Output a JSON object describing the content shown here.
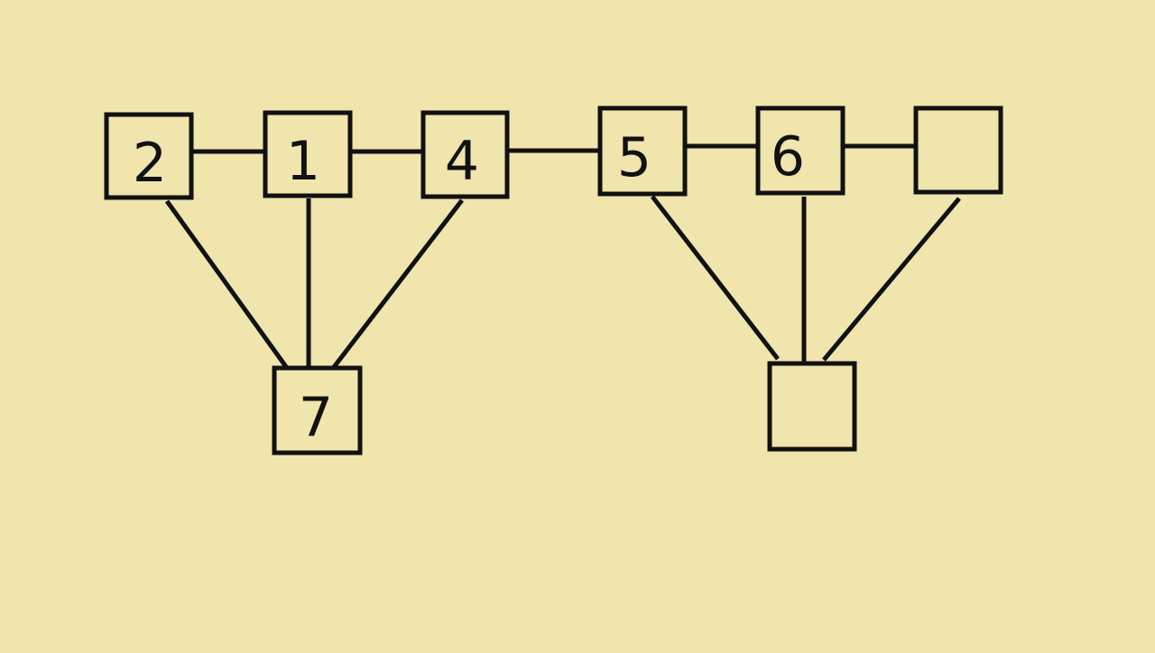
{
  "diagram": {
    "background_color": "#efe5ad",
    "line_color": "#111111",
    "nodes": {
      "n2": {
        "label": "2"
      },
      "n1": {
        "label": "1"
      },
      "n4": {
        "label": "4"
      },
      "n7": {
        "label": "7"
      },
      "n5": {
        "label": "5"
      },
      "n6": {
        "label": "6"
      },
      "blank_top_right": {
        "label": ""
      },
      "blank_bottom_right": {
        "label": ""
      }
    },
    "edges": [
      [
        "n2",
        "n1"
      ],
      [
        "n1",
        "n4"
      ],
      [
        "n4",
        "n5"
      ],
      [
        "n5",
        "n6"
      ],
      [
        "n6",
        "blank_top_right"
      ],
      [
        "n2",
        "n7"
      ],
      [
        "n1",
        "n7"
      ],
      [
        "n4",
        "n7"
      ],
      [
        "n5",
        "blank_bottom_right"
      ],
      [
        "n6",
        "blank_bottom_right"
      ],
      [
        "blank_top_right",
        "blank_bottom_right"
      ]
    ]
  }
}
